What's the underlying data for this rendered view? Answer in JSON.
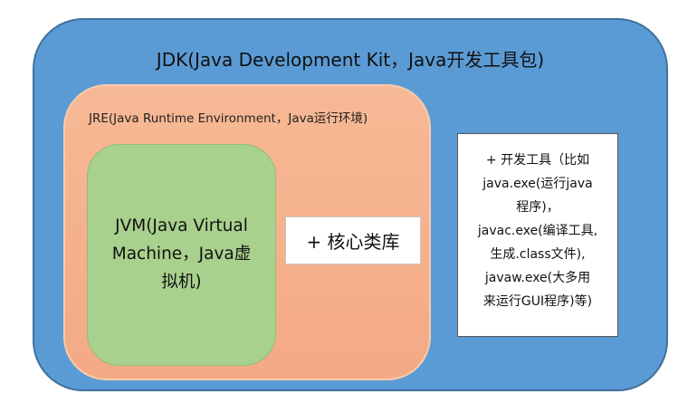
{
  "jdk": {
    "label": "JDK(Java Development Kit，Java开发工具包)"
  },
  "jre": {
    "label": "JRE(Java Runtime Environment，Java运行环境)"
  },
  "jvm": {
    "lines": [
      "JVM(Java Virtual",
      "Machine，Java虚",
      "拟机)"
    ]
  },
  "core_library": {
    "label": "+ 核心类库"
  },
  "dev_tools": {
    "lines": [
      "+ 开发工具（比如",
      "java.exe(运行java",
      "程序)，",
      "javac.exe(编译工具,",
      "生成.class文件),",
      "javaw.exe(大多用",
      "来运行GUI程序)等)"
    ]
  },
  "colors": {
    "jdk_fill": "#5b9bd5",
    "jre_fill": "#f4b183",
    "jvm_fill": "#a9d18e",
    "box_fill": "#ffffff"
  }
}
